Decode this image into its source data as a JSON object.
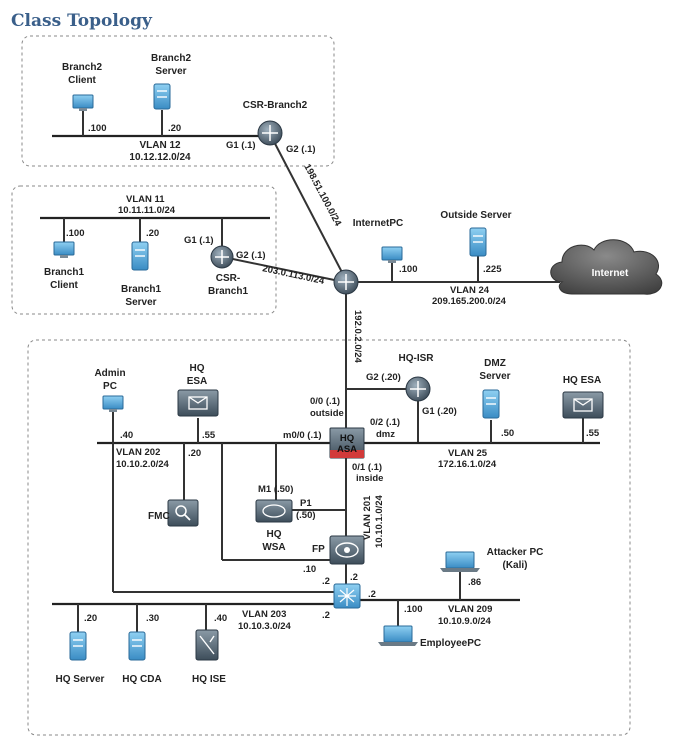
{
  "title": "Class Topology",
  "branch2": {
    "client": [
      "Branch2",
      "Client"
    ],
    "server": [
      "Branch2",
      "Server"
    ],
    "client_ip": ".100",
    "server_ip": ".20",
    "vlan": "VLAN 12",
    "subnet": "10.12.12.0/24",
    "router": "CSR-Branch2",
    "g1": "G1 (.1)",
    "g2": "G2 (.1)"
  },
  "link_branch2": "198.51.100.0/24",
  "branch1": {
    "vlan": "VLAN 11",
    "subnet": "10.11.11.0/24",
    "client": [
      "Branch1",
      "Client"
    ],
    "server": [
      "Branch1",
      "Server"
    ],
    "client_ip": ".100",
    "server_ip": ".20",
    "router": [
      "CSR-",
      "Branch1"
    ],
    "g1": "G1 (.1)",
    "g2": "G2 (.1)"
  },
  "link_branch1": "203.0.113.0/24",
  "internet": {
    "internet_pc": "InternetPC",
    "internet_pc_ip": ".100",
    "outside_server": "Outside Server",
    "outside_server_ip": ".225",
    "vlan": "VLAN 24",
    "subnet": "209.165.200.0/24",
    "cloud": "Internet"
  },
  "link_hq": "192.0.2.0/24",
  "hq": {
    "admin_pc": [
      "Admin",
      "PC"
    ],
    "admin_pc_ip": ".40",
    "esa_left": [
      "HQ",
      "ESA"
    ],
    "esa_left_ip": ".55",
    "vlan202": "VLAN 202",
    "subnet202": "10.10.2.0/24",
    "fmc_ip": ".20",
    "fmc": "FMC",
    "m00": "m0/0 (.1)",
    "asa": [
      "HQ",
      "ASA"
    ],
    "if00": [
      "0/0 (.1)",
      "outside"
    ],
    "if02": [
      "0/2 (.1)",
      "dmz"
    ],
    "if01": [
      "0/1 (.1)",
      "inside"
    ],
    "hq_isr": "HQ-ISR",
    "isr_g2": "G2 (.20)",
    "isr_g1": "G1 (.20)",
    "dmz_server": [
      "DMZ",
      "Server"
    ],
    "dmz_server_ip": ".50",
    "esa_right": "HQ ESA",
    "esa_right_ip": ".55",
    "vlan25": "VLAN 25",
    "subnet25": "172.16.1.0/24",
    "wsa_m1": "M1 (.50)",
    "wsa_p1": [
      "P1",
      "(.50)"
    ],
    "wsa": [
      "HQ",
      "WSA"
    ],
    "wsa_ip": ".10",
    "fp": "FP",
    "vlan201": "VLAN 201",
    "subnet201": "10.10.1.0/24",
    "sw_ip_a": ".2",
    "sw_ip_b": ".2",
    "sw_ip_c": ".2",
    "sw_ip_d": ".2",
    "attacker": [
      "Attacker PC",
      "(Kali)"
    ],
    "attacker_ip": ".86",
    "employee_ip": ".100",
    "vlan209": "VLAN 209",
    "subnet209": "10.10.9.0/24",
    "employee": "EmployeePC",
    "vlan203": "VLAN 203",
    "subnet203": "10.10.3.0/24",
    "server_ip": ".20",
    "cda_ip": ".30",
    "ise_ip": ".40",
    "server": "HQ Server",
    "cda": "HQ CDA",
    "ise": "HQ ISE"
  },
  "colors": {
    "title": "#3a5f8a",
    "device_blue": "#5aa6d6",
    "asa_red": "#d23a3a",
    "cloud_dark": "#555555"
  }
}
